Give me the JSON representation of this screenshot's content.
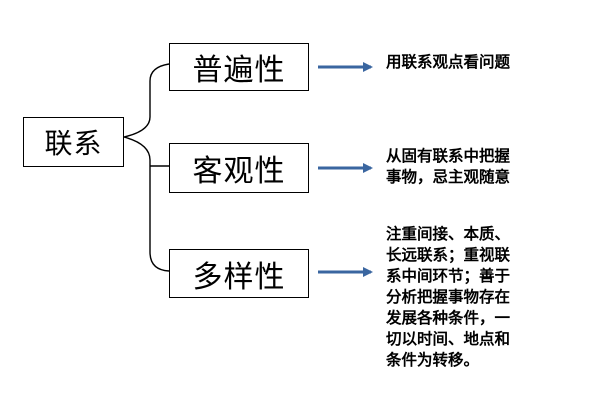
{
  "root": {
    "label": "联系"
  },
  "branches": [
    {
      "label": "普遍性",
      "description_lines": [
        "用联系观点看问题"
      ]
    },
    {
      "label": "客观性",
      "description_lines": [
        "从固有联系中把握",
        "事物，忌主观随意"
      ]
    },
    {
      "label": "多样性",
      "description_lines": [
        "注重间接、本质、",
        "长远联系；重视联",
        "系中间环节；善于",
        "分析把握事物存在",
        "发展各种条件，一",
        "切以时间、地点和",
        "条件为转移。"
      ]
    }
  ],
  "colors": {
    "arrow": "#3a66a0",
    "line": "#000000",
    "box_border": "#000000"
  }
}
